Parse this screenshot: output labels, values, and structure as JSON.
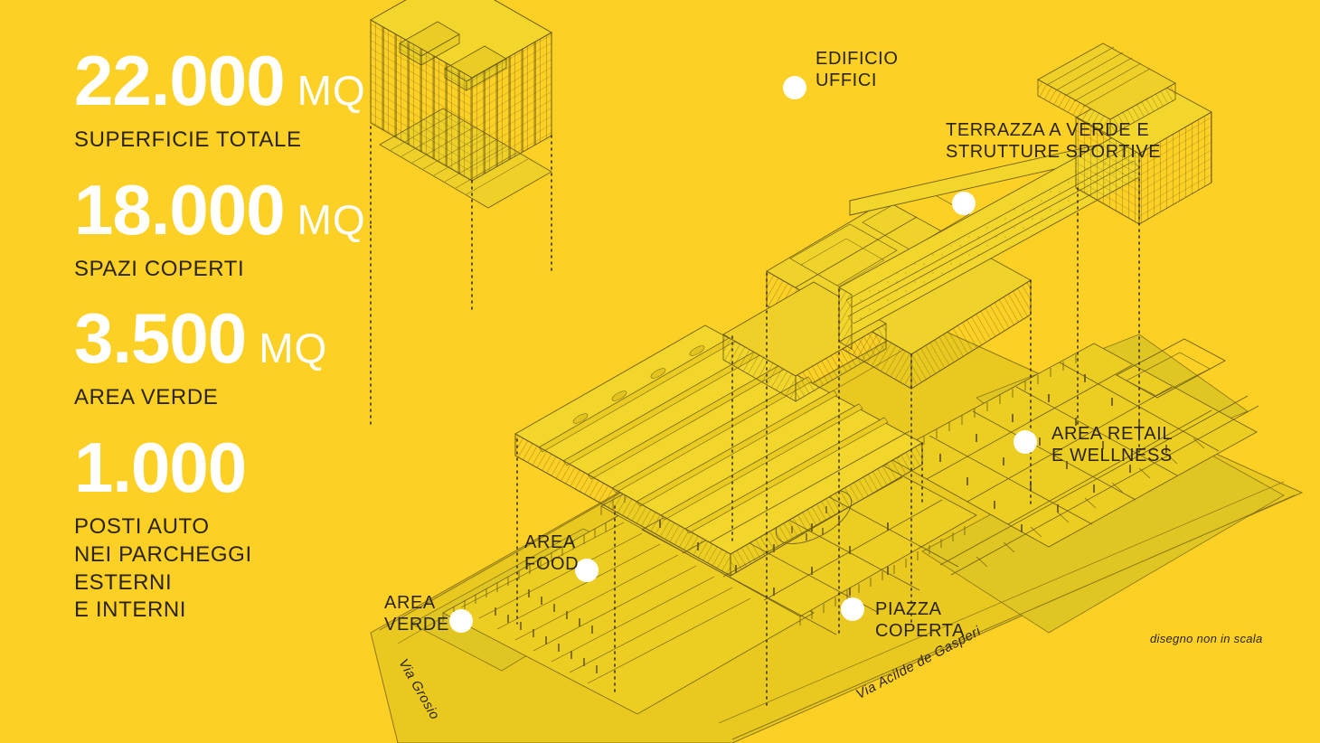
{
  "theme": {
    "background": "#fcd024",
    "ink": "#2b2410",
    "white": "#ffffff",
    "ground": "#e9c91f",
    "green": "#e2cd2a",
    "line": "#5c4d10"
  },
  "stats": [
    {
      "value": "22.000",
      "unit": "MQ",
      "label": "SUPERFICIE TOTALE"
    },
    {
      "value": "18.000",
      "unit": "MQ",
      "label": "SPAZI COPERTI"
    },
    {
      "value": "3.500",
      "unit": "MQ",
      "label": "AREA VERDE"
    },
    {
      "value": "1.000",
      "unit": "",
      "label": "POSTI AUTO\nNEI PARCHEGGI\nESTERNI\nE INTERNI"
    }
  ],
  "callouts": [
    {
      "id": "edificio-uffici",
      "text": "EDIFICIO\nUFFICI"
    },
    {
      "id": "terrazza-verde",
      "text": "TERRAZZA A VERDE E\nSTRUTTURE SPORTIVE"
    },
    {
      "id": "area-retail",
      "text": "AREA RETAIL\nE WELLNESS"
    },
    {
      "id": "area-food",
      "text": "AREA\nFOOD"
    },
    {
      "id": "area-verde",
      "text": "AREA\nVERDE"
    },
    {
      "id": "piazza-coperta",
      "text": "PIAZZA\nCOPERTA"
    }
  ],
  "streets": [
    {
      "id": "via-grosio",
      "name": "Via Grosio"
    },
    {
      "id": "via-acilde-de-gasperi",
      "name": "Via Acilde de Gasperi"
    }
  ],
  "note": "disegno non in scala"
}
